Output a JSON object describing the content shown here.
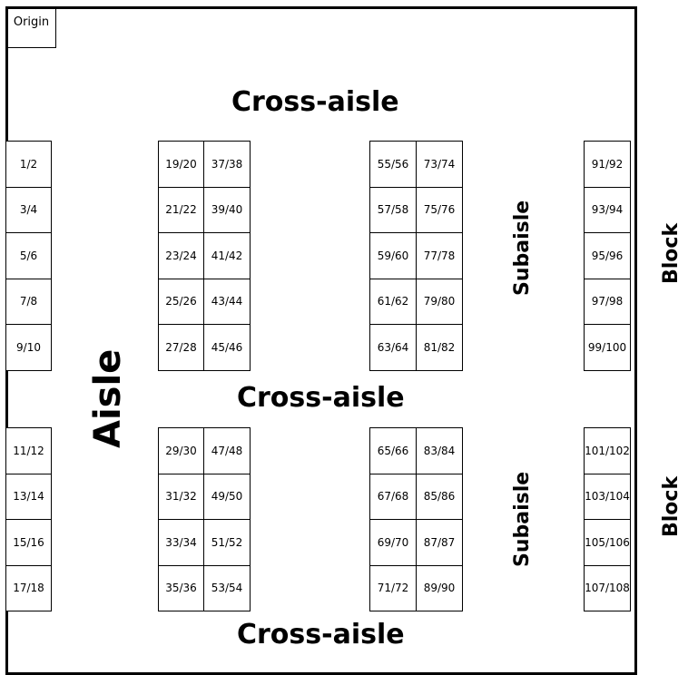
{
  "origin_label": "Origin",
  "labels": {
    "cross_aisle_top": "Cross-aisle",
    "cross_aisle_middle": "Cross-aisle",
    "cross_aisle_bottom": "Cross-aisle",
    "aisle": "Aisle",
    "subaisle_upper": "Subaisle",
    "subaisle_lower": "Subaisle",
    "block_upper": "Block",
    "block_lower": "Block"
  },
  "racks": {
    "col1_upper": [
      "1/2",
      "3/4",
      "5/6",
      "7/8",
      "9/10"
    ],
    "col1_lower": [
      "11/12",
      "13/14",
      "15/16",
      "17/18"
    ],
    "col2_upper": [
      "19/20",
      "21/22",
      "23/24",
      "25/26",
      "27/28"
    ],
    "col2_lower": [
      "29/30",
      "31/32",
      "33/34",
      "35/36"
    ],
    "col3_upper": [
      "37/38",
      "39/40",
      "41/42",
      "43/44",
      "45/46"
    ],
    "col3_lower": [
      "47/48",
      "49/50",
      "51/52",
      "53/54"
    ],
    "col4_upper": [
      "55/56",
      "57/58",
      "59/60",
      "61/62",
      "63/64"
    ],
    "col4_lower": [
      "65/66",
      "67/68",
      "69/70",
      "71/72"
    ],
    "col5_upper": [
      "73/74",
      "75/76",
      "77/78",
      "79/80",
      "81/82"
    ],
    "col5_lower": [
      "83/84",
      "85/86",
      "87/87",
      "89/90"
    ],
    "col6_upper": [
      "91/92",
      "93/94",
      "95/96",
      "97/98",
      "99/100"
    ],
    "col6_lower": [
      "101/102",
      "103/104",
      "105/106",
      "107/108"
    ]
  }
}
